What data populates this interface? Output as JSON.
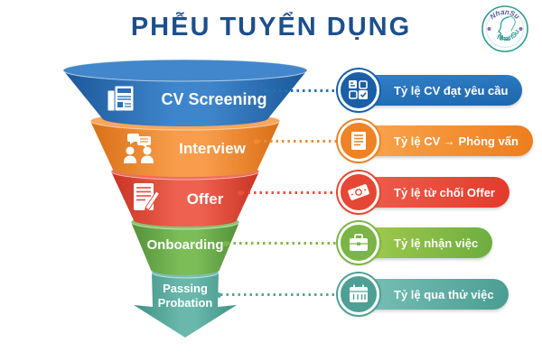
{
  "title": "PHỄU TUYỂN DỤNG",
  "logo": {
    "top_text": "NhanSu",
    "bottom_text": "NhanSu"
  },
  "funnel": {
    "stages": [
      {
        "label": "CV Screening",
        "color": "#2e6fb7",
        "icon": "cv-documents-icon"
      },
      {
        "label": "Interview",
        "color": "#f5913c",
        "icon": "interview-chat-people-icon"
      },
      {
        "label": "Offer",
        "color": "#e74c3c",
        "icon": "contract-pen-icon"
      },
      {
        "label": "Onboarding",
        "color": "#6cb04b",
        "icon": "none"
      },
      {
        "label": "Passing Probation",
        "label_line1": "Passing",
        "label_line2": "Probation",
        "color": "#55aba0",
        "icon": "none"
      }
    ]
  },
  "metrics": [
    {
      "label": "Tỷ lệ CV đạt yêu cầu",
      "color": "#2272bb",
      "circle_color": "#1a5fa6",
      "icon": "criteria-grid-icon"
    },
    {
      "label": "Tỷ lệ CV → Phỏng vấn",
      "color": "#f28a33",
      "circle_color": "#ed8324",
      "icon": "cv-list-icon"
    },
    {
      "label": "Tỷ lệ từ chối Offer",
      "color": "#e94f3d",
      "circle_color": "#e64734",
      "icon": "money-icon"
    },
    {
      "label": "Tỷ lệ nhận việc",
      "color": "#7fb743",
      "circle_color": "#7ab545",
      "icon": "briefcase-icon"
    },
    {
      "label": "Tỷ lệ qua thử việc",
      "color": "#55a79c",
      "circle_color": "#4fa094",
      "icon": "calendar-icon"
    }
  ]
}
